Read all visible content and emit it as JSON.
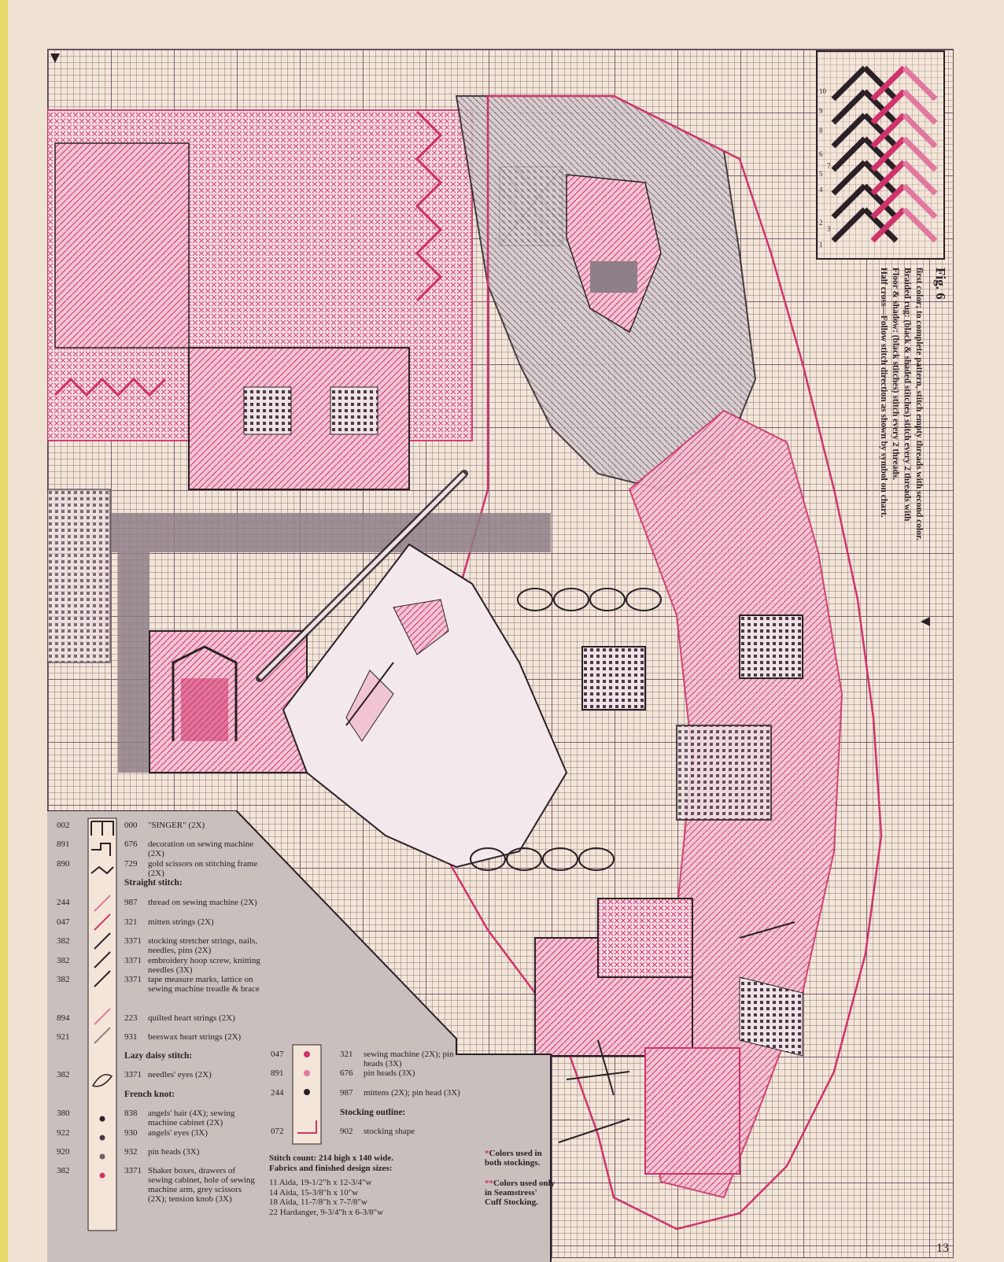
{
  "figure": {
    "title": "Fig. 6",
    "ticks": [
      "1",
      "2",
      "3",
      "4",
      "5",
      "6",
      "7",
      "8",
      "9",
      "10"
    ],
    "caption_lines": [
      "Half cross—Follow stitch direction as shown by symbol on chart.",
      "Floor & shadow: (black stitches) stitch every 2 threads.",
      "Braided rug: (black & shaded stitches) stitch every 2 threads with",
      "first color; to complete pattern, stitch empty threads with second color."
    ]
  },
  "legend_left": [
    {
      "code": "002",
      "num": "000",
      "desc": "\"SINGER\" (2X)",
      "sym": "backstitch-a"
    },
    {
      "code": "891",
      "num": "676",
      "desc": "decoration on sewing machine (2X)",
      "sym": "backstitch-b"
    },
    {
      "code": "890",
      "num": "729",
      "desc": "gold scissors on stitching frame (2X)",
      "sym": "backstitch-c"
    },
    {
      "code": "244",
      "num": "987",
      "desc": "thread on sewing machine (2X)",
      "sym": "straight-pink"
    },
    {
      "code": "047",
      "num": "321",
      "desc": "mitten strings (2X)",
      "sym": "straight-red"
    },
    {
      "code": "382",
      "num": "3371",
      "desc": "stocking stretcher strings, nails, needles, pins (2X)",
      "sym": "straight-black"
    },
    {
      "code": "382",
      "num": "3371",
      "desc": "embroidery hoop screw, knitting needles (3X)",
      "sym": "straight-black"
    },
    {
      "code": "382",
      "num": "3371",
      "desc": "tape measure marks, lattice on sewing machine treadle & brace",
      "sym": "straight-black"
    },
    {
      "code": "894",
      "num": "223",
      "desc": "quilted heart strings (2X)",
      "sym": "straight-rose"
    },
    {
      "code": "921",
      "num": "931",
      "desc": "beeswax heart strings (2X)",
      "sym": "straight-blue"
    },
    {
      "code": "382",
      "num": "3371",
      "desc": "needles' eyes (2X)",
      "sym": "lazy-daisy"
    },
    {
      "code": "380",
      "num": "838",
      "desc": "angels' hair (4X); sewing machine cabinet (2X)",
      "sym": "knot-dark"
    },
    {
      "code": "922",
      "num": "930",
      "desc": "angels' eyes (3X)",
      "sym": "knot-dark"
    },
    {
      "code": "920",
      "num": "932",
      "desc": "pin heads (3X)",
      "sym": "knot-dark"
    },
    {
      "code": "382",
      "num": "3371",
      "desc": "Shaker boxes, drawers of sewing cabinet, hole of sewing machine arm, grey scissors (2X); tension knob (3X)",
      "sym": "knot-pink"
    }
  ],
  "legend_headers": {
    "straight": "Straight stitch:",
    "lazy": "Lazy daisy stitch:",
    "french": "French knot:",
    "outline": "Stocking outline:"
  },
  "legend_right": [
    {
      "code": "047",
      "num": "321",
      "desc": "sewing machine (2X); pin heads (3X)"
    },
    {
      "code": "891",
      "num": "676",
      "desc": "pin heads (3X)"
    },
    {
      "code": "244",
      "num": "987",
      "desc": "mittens (2X); pin head (3X)"
    },
    {
      "code": "072",
      "num": "902",
      "desc": "stocking shape"
    }
  ],
  "stitch_info": {
    "count": "Stitch count: 214 high x 140 wide.",
    "heading": "Fabrics and finished design sizes:",
    "sizes": [
      "11 Aida, 19-1/2\"h x 12-3/4\"w",
      "14 Aida, 15-3/8\"h x 10\"w",
      "18 Aida, 11-7/8\"h x 7-7/8\"w",
      "22 Hardanger, 9-3/4\"h x 6-3/8\"w"
    ]
  },
  "notes": {
    "one_star": "Colors used in both stockings.",
    "two_star": "Colors used only in Seamstress' Cuff Stocking."
  },
  "page_number": "13",
  "colors": {
    "pink": "#d0336b",
    "rose": "#e1789e",
    "grey": "#8e7f88",
    "dark": "#2a2026",
    "paper": "#f3e6d8",
    "legend_bg": "#c9bfbd"
  }
}
